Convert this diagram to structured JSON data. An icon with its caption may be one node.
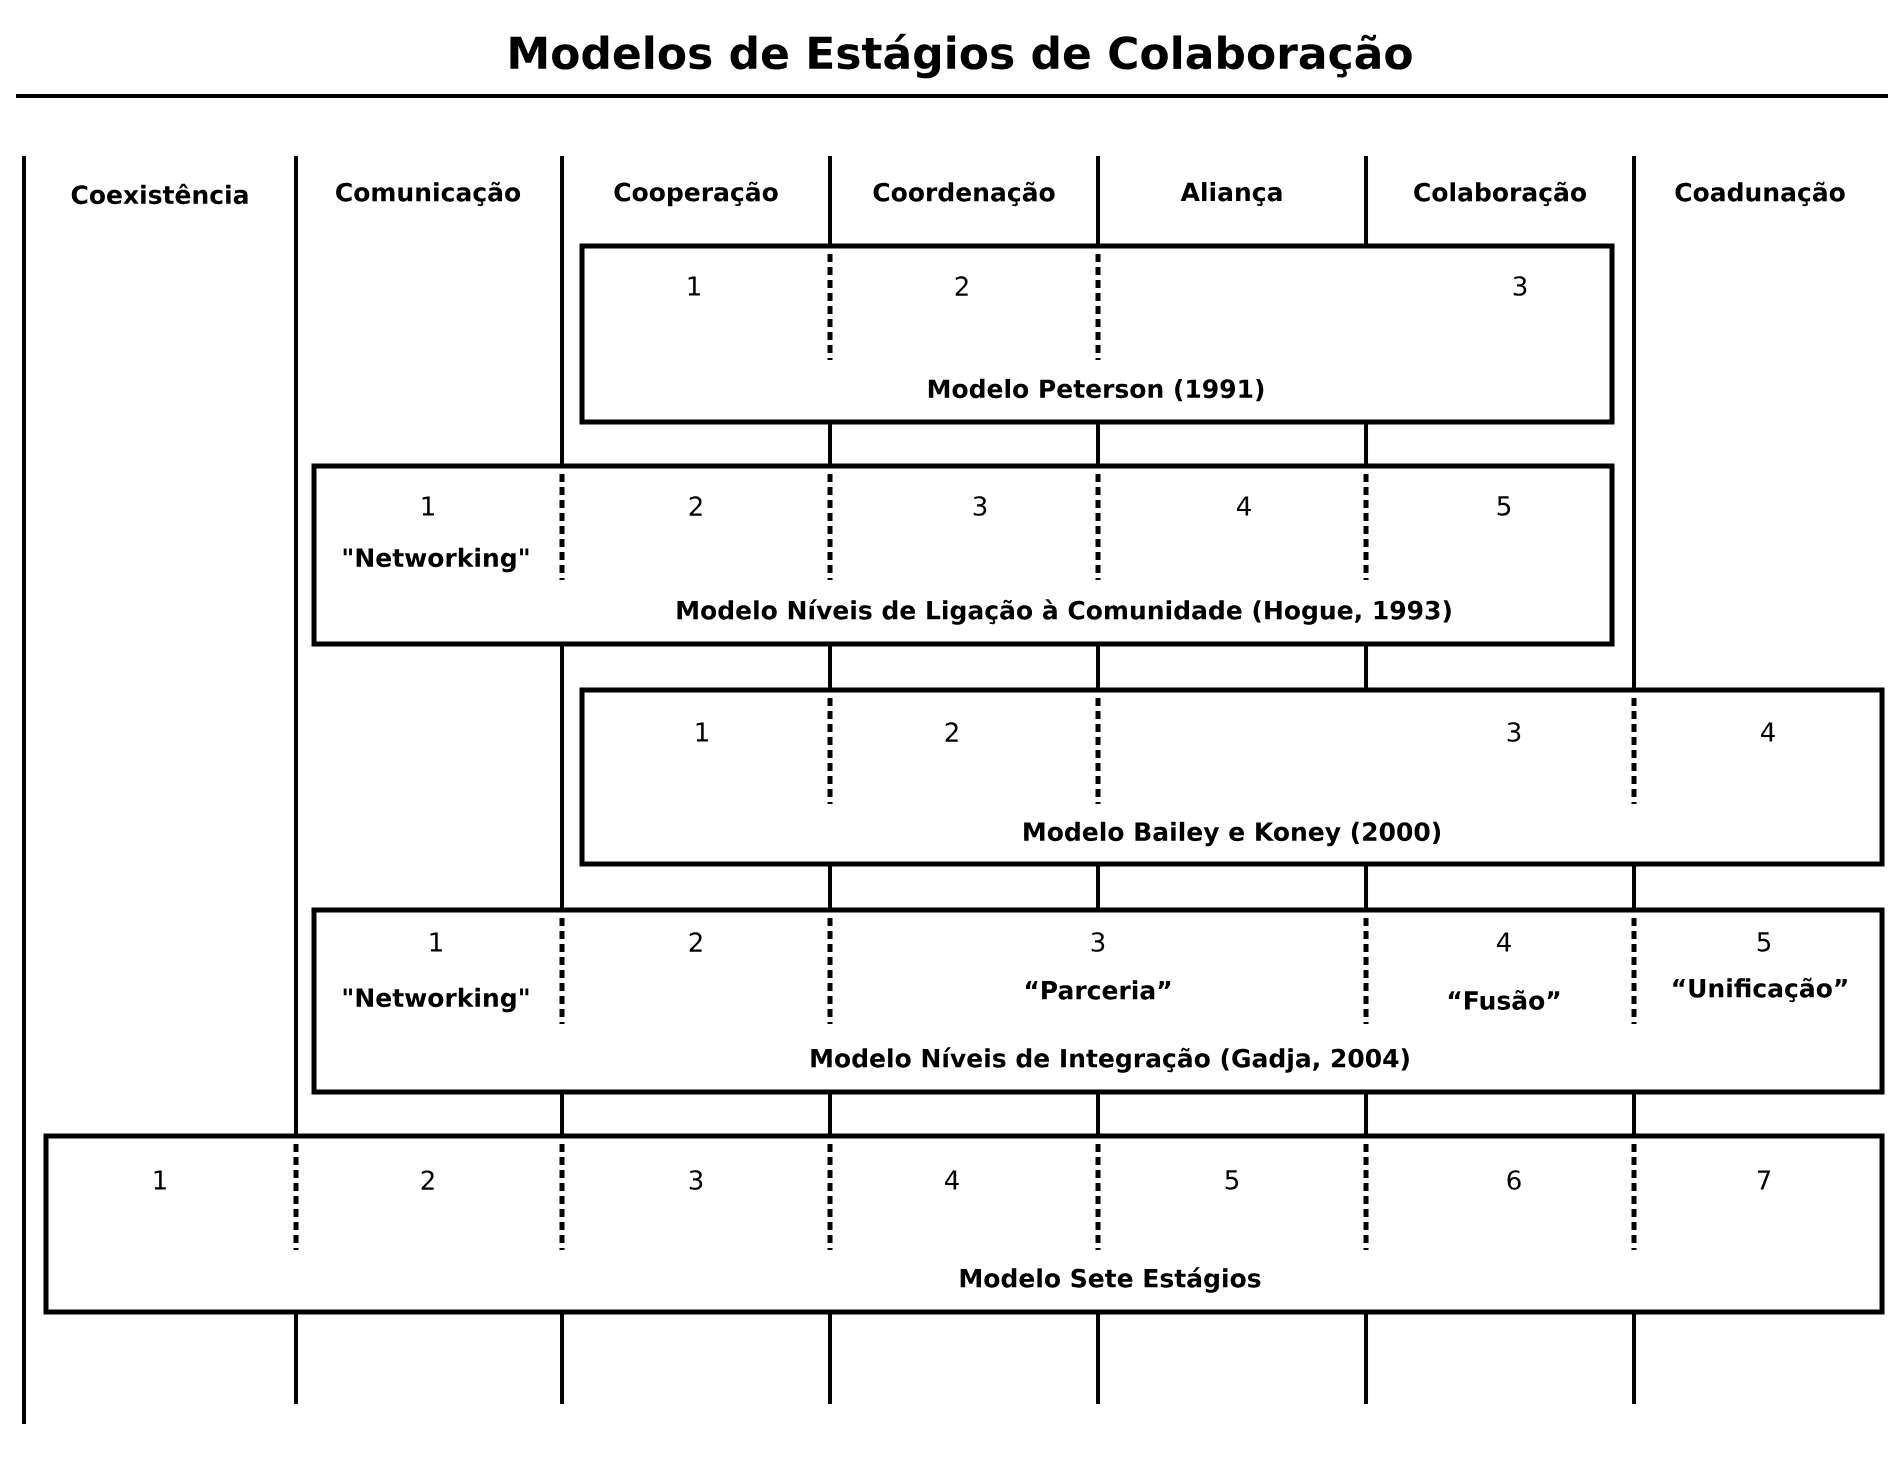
{
  "diagram": {
    "title": "Modelos de Estágios de Colaboração",
    "nodes": [
      {
        "text": [
          "1",
          "2",
          "3",
          "Modelo Peterson (1991)"
        ]
      },
      {
        "text": [
          "1",
          "\"Networking\"",
          "2",
          "3",
          "4",
          "5",
          "Modelo Níveis de Ligação à Comunidade (Hogue, 1993)"
        ]
      },
      {
        "text": [
          "1",
          "2",
          "3",
          "4",
          "Modelo Bailey e Koney (2000)"
        ]
      },
      {
        "text": [
          "1",
          "\"Networking\"",
          "2",
          "3",
          "“Parceria”",
          "4",
          "“Fusão”",
          "5",
          "“Unificação”",
          "Modelo Níveis de Integração (Gadja, 2004)"
        ]
      },
      {
        "text": [
          "1",
          "2",
          "3",
          "4",
          "5",
          "6",
          "7",
          "Modelo Sete Estágios"
        ]
      }
    ],
    "edges": [],
    "labels": [
      "Coexistência",
      "Comunicação",
      "Cooperação",
      "Coordenação",
      "Aliança",
      "Colaboração",
      "Coadunação"
    ]
  }
}
